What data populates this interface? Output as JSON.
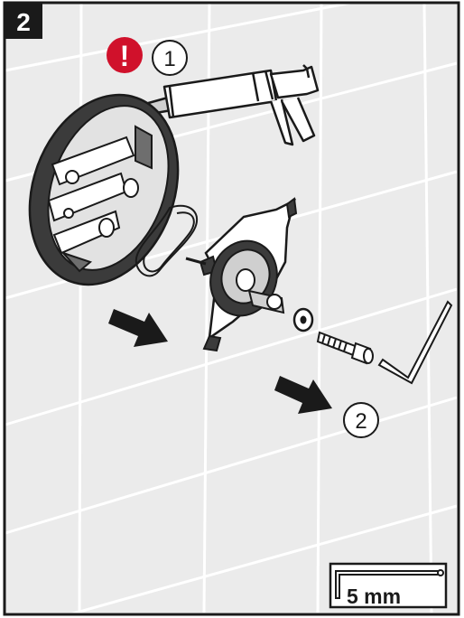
{
  "step": {
    "number": "2"
  },
  "callouts": [
    {
      "label": "1"
    },
    {
      "label": "2"
    }
  ],
  "warning": {
    "symbol": "!",
    "color": "#d0112b"
  },
  "tool": {
    "size_label": "5 mm"
  },
  "colors": {
    "frame": "#1a1a1a",
    "wall_bg": "#ebebeb",
    "tile_grid": "#ffffff",
    "part_dark": "#3b3b3b",
    "part_mid": "#6e6e6e",
    "part_light": "#cfcfcf",
    "badge_bg": "#1a1a1a",
    "badge_text": "#ffffff"
  }
}
